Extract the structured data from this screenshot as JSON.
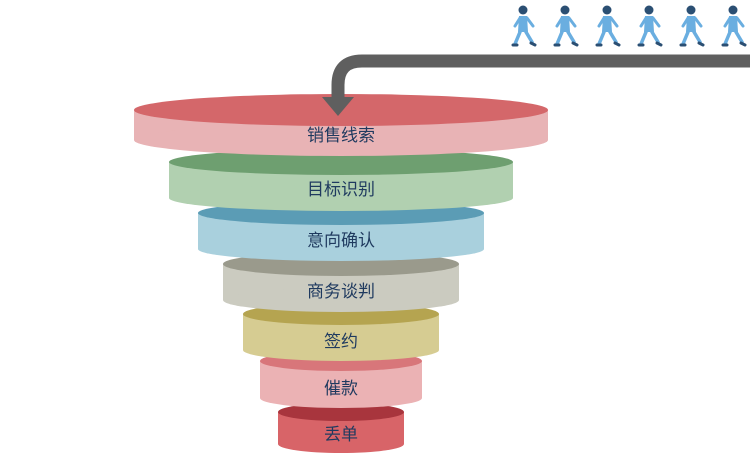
{
  "funnel": {
    "stages": [
      {
        "label": "销售线索",
        "top_color": "#d4676a",
        "side_color": "#e8b3b5"
      },
      {
        "label": "目标识别",
        "top_color": "#6e9f70",
        "side_color": "#b1d0b0"
      },
      {
        "label": "意向确认",
        "top_color": "#5b9cb5",
        "side_color": "#a9d0dd"
      },
      {
        "label": "商务谈判",
        "top_color": "#9a9a8c",
        "side_color": "#cbcbc0"
      },
      {
        "label": "签约",
        "top_color": "#b5a450",
        "side_color": "#d6cc92"
      },
      {
        "label": "催款",
        "top_color": "#d8767a",
        "side_color": "#ebb2b4"
      },
      {
        "label": "丢单",
        "top_color": "#a8353d",
        "side_color": "#d86468"
      }
    ]
  },
  "people": {
    "count": 6,
    "icon": "walking-person-icon",
    "color": "#6aaee0"
  },
  "flow_arrow": {
    "icon": "down-arrow-icon",
    "color": "#5f5f5f"
  }
}
